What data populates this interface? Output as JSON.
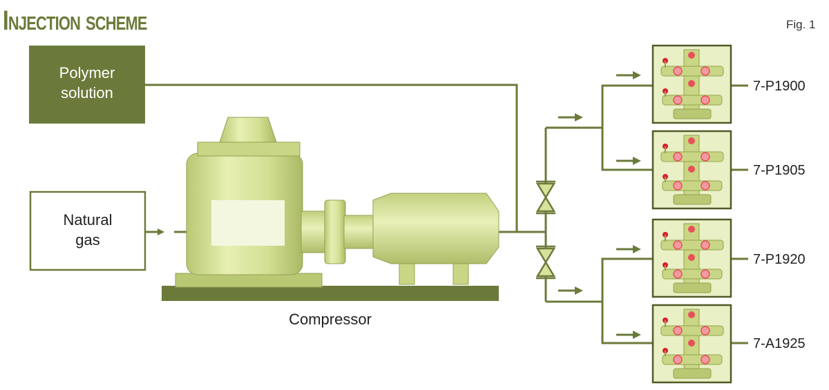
{
  "title": "Injection scheme",
  "figure_label": "Fig. 1",
  "boxes": {
    "polymer": [
      "Polymer",
      "solution"
    ],
    "gas": [
      "Natural",
      "gas"
    ]
  },
  "compressor_label": "Compressor",
  "wells": [
    "7-P1900",
    "7-P1905",
    "7-P1920",
    "7-A1925"
  ],
  "colors": {
    "title": "#6b7a3a",
    "polymer_box": "#6b7a3a",
    "equipment_fill": "#d7e39a",
    "equipment_dark": "#6b7a3a",
    "wellhead_bg": "#eaf0c5",
    "valve_red": "#e8505b",
    "line": "#6b7a3a"
  }
}
